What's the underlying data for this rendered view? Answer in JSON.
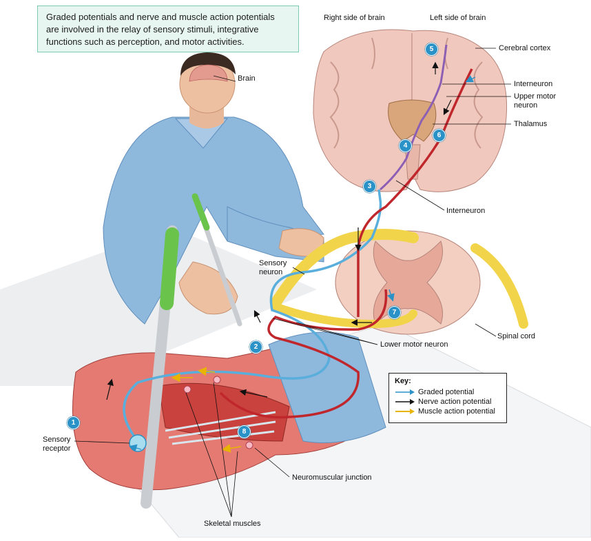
{
  "intro_text": "Graded potentials and nerve and muscle action potentials are involved in the relay of sensory stimuli, integrative functions such as perception, and motor activities.",
  "labels": {
    "right_side": "Right side of brain",
    "left_side": "Left side of brain",
    "cerebral_cortex": "Cerebral cortex",
    "brain": "Brain",
    "interneuron_top": "Interneuron",
    "upper_motor_neuron": "Upper motor neuron",
    "thalamus": "Thalamus",
    "interneuron_bottom": "Interneuron",
    "sensory_neuron": "Sensory neuron",
    "spinal_cord": "Spinal cord",
    "lower_motor_neuron": "Lower motor neuron",
    "sensory_receptor": "Sensory receptor",
    "neuromuscular_junction": "Neuromuscular junction",
    "skeletal_muscles": "Skeletal muscles"
  },
  "steps": [
    "1",
    "2",
    "3",
    "4",
    "5",
    "6",
    "7",
    "8"
  ],
  "key": {
    "title": "Key:",
    "items": [
      {
        "label": "Graded potential",
        "color": "#2b92c7"
      },
      {
        "label": "Nerve action potential",
        "color": "#111111"
      },
      {
        "label": "Muscle action potential",
        "color": "#e8b400"
      }
    ]
  },
  "colors": {
    "sensory_neuron": "#5aaedc",
    "motor_neuron": "#c0272d",
    "interneuron": "#8c5fb5",
    "nerve": "#f2d44a",
    "brain_tissue": "#f1c8bd",
    "muscle": "#d9534f",
    "shirt": "#8fb8dd",
    "pen": "#6ac34a"
  }
}
